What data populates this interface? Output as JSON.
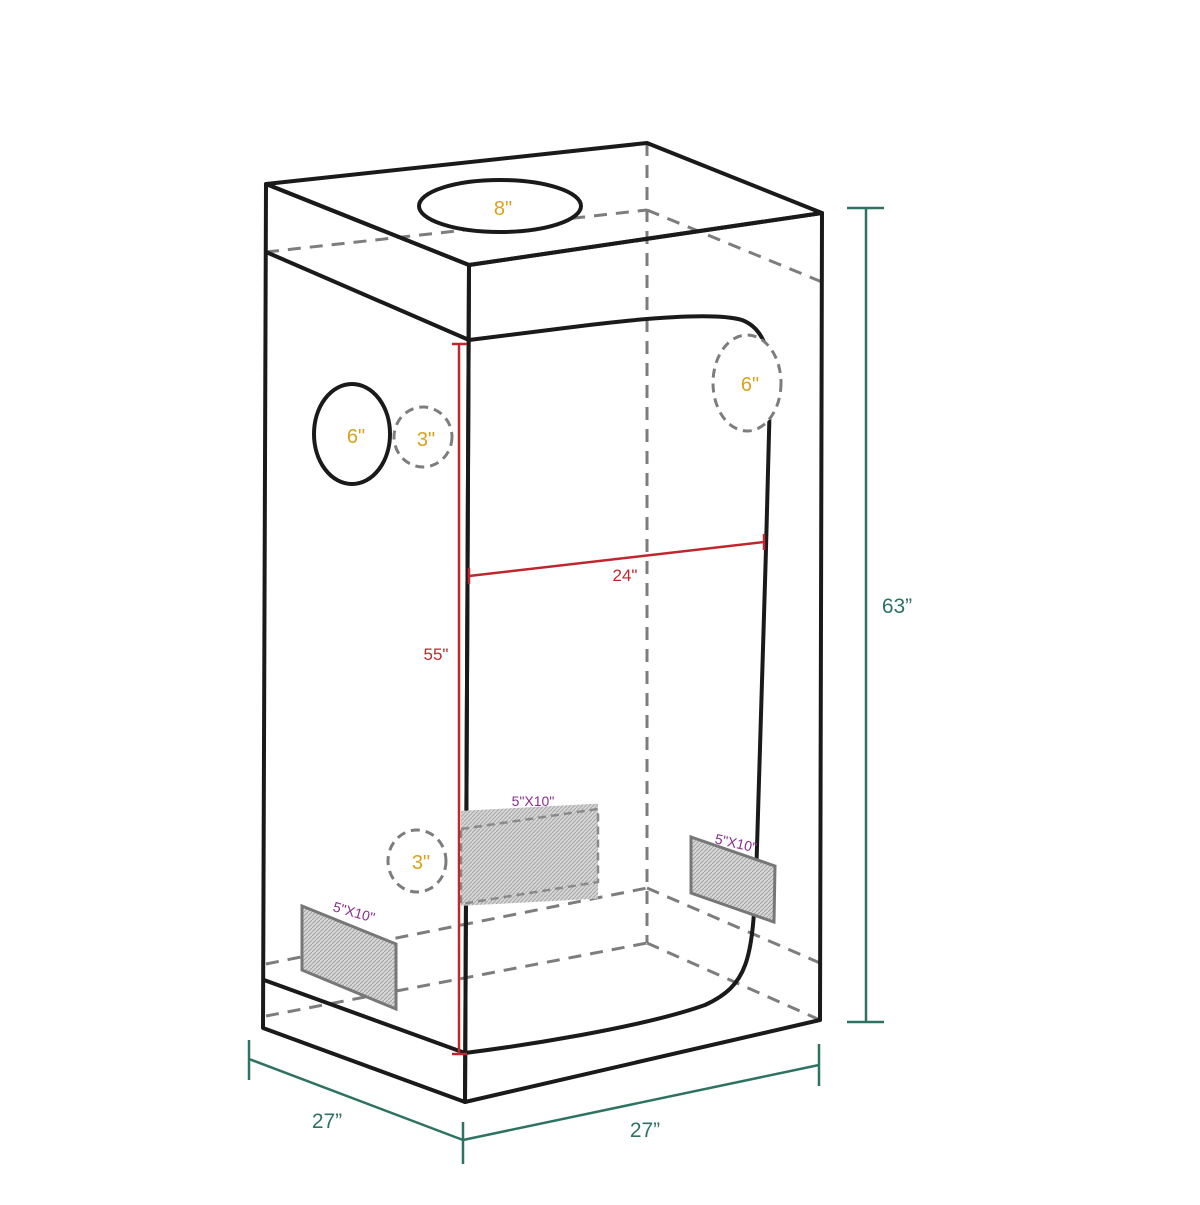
{
  "colors": {
    "outline": "#1a1a1a",
    "hidden_edge": "#7d7d7d",
    "port_label": "#d9a21b",
    "inner_dimension": "#c0262e",
    "vent_label": "#8b2d8e",
    "outer_dimension": "#2e7362",
    "vent_fill": "#d4d4d4"
  },
  "ports": {
    "top_port": "8\"",
    "left_large_port": "6\"",
    "left_small_port_upper": "3\"",
    "right_port": "6\"",
    "left_small_port_lower": "3\""
  },
  "vents": {
    "front_center": "5\"X10\"",
    "right_panel": "5\"X10\"",
    "left_panel": "5\"X10\""
  },
  "dimensions": {
    "door_height": "55\"",
    "door_width": "24\"",
    "total_height": "63”",
    "depth": "27”",
    "width": "27”"
  },
  "icons": {
    "vent_pattern": "hatched-mesh",
    "port_shape": "circle"
  }
}
